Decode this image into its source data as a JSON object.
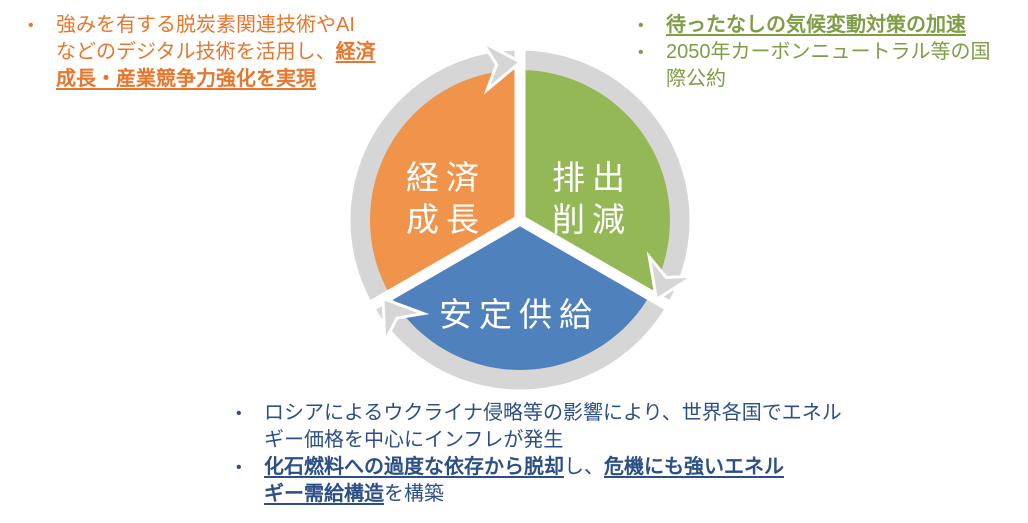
{
  "cycle_diagram": {
    "type": "three-part cycle",
    "rotation": "clockwise",
    "ring_color": "#D6D6D6",
    "arrow_color": "#D6D6D6",
    "label_text_color": "#FFFFFF",
    "segments": [
      {
        "id": "economic-growth",
        "label": "経済\n成長",
        "color": "#F0944B"
      },
      {
        "id": "emission-reduction",
        "label": "排出\n削減",
        "color": "#95B857"
      },
      {
        "id": "stable-supply",
        "label": "安定供給",
        "color": "#4F81BD"
      }
    ]
  },
  "annotations": {
    "economic_growth": {
      "text_color": "#E8772D",
      "bullet": "•",
      "item1": {
        "normal": "強みを有する脱炭素関連技術やAI\nなどのデジタル技術を活用し、",
        "emphasis": "経済\n成長・産業競争力強化を実現"
      }
    },
    "emission_reduction": {
      "text_color": "#7E9D45",
      "bullet": "•",
      "item1": {
        "emphasis": "待ったなしの気候変動対策の加速"
      },
      "item2": {
        "normal": "2050年カーボンニュートラル等の国\n際公約"
      }
    },
    "stable_supply": {
      "text_color": "#2B4F86",
      "bullet": "•",
      "item1": {
        "normal": "ロシアによるウクライナ侵略等の影響により、世界各国でエネル\nギー価格を中心にインフレが発生"
      },
      "item2": {
        "emphasis1": "化石燃料への過度な依存から脱却",
        "normal1": "し、",
        "emphasis2": "危機にも強いエネル\nギー需給構造",
        "normal2": "を構築"
      }
    }
  }
}
